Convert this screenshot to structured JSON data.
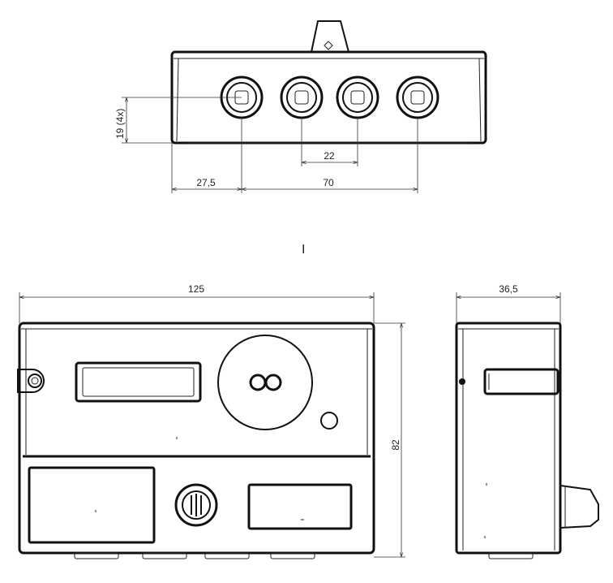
{
  "dimensions": {
    "hole_spacing_small": "19 (4x)",
    "jack_pitch": "22",
    "edge_offset": "27,5",
    "jack_span": "70",
    "width": "125",
    "height": "82",
    "depth": "36,5"
  },
  "views": {
    "view_label": "I"
  },
  "colors": {
    "line": "#111111",
    "background": "#ffffff"
  }
}
